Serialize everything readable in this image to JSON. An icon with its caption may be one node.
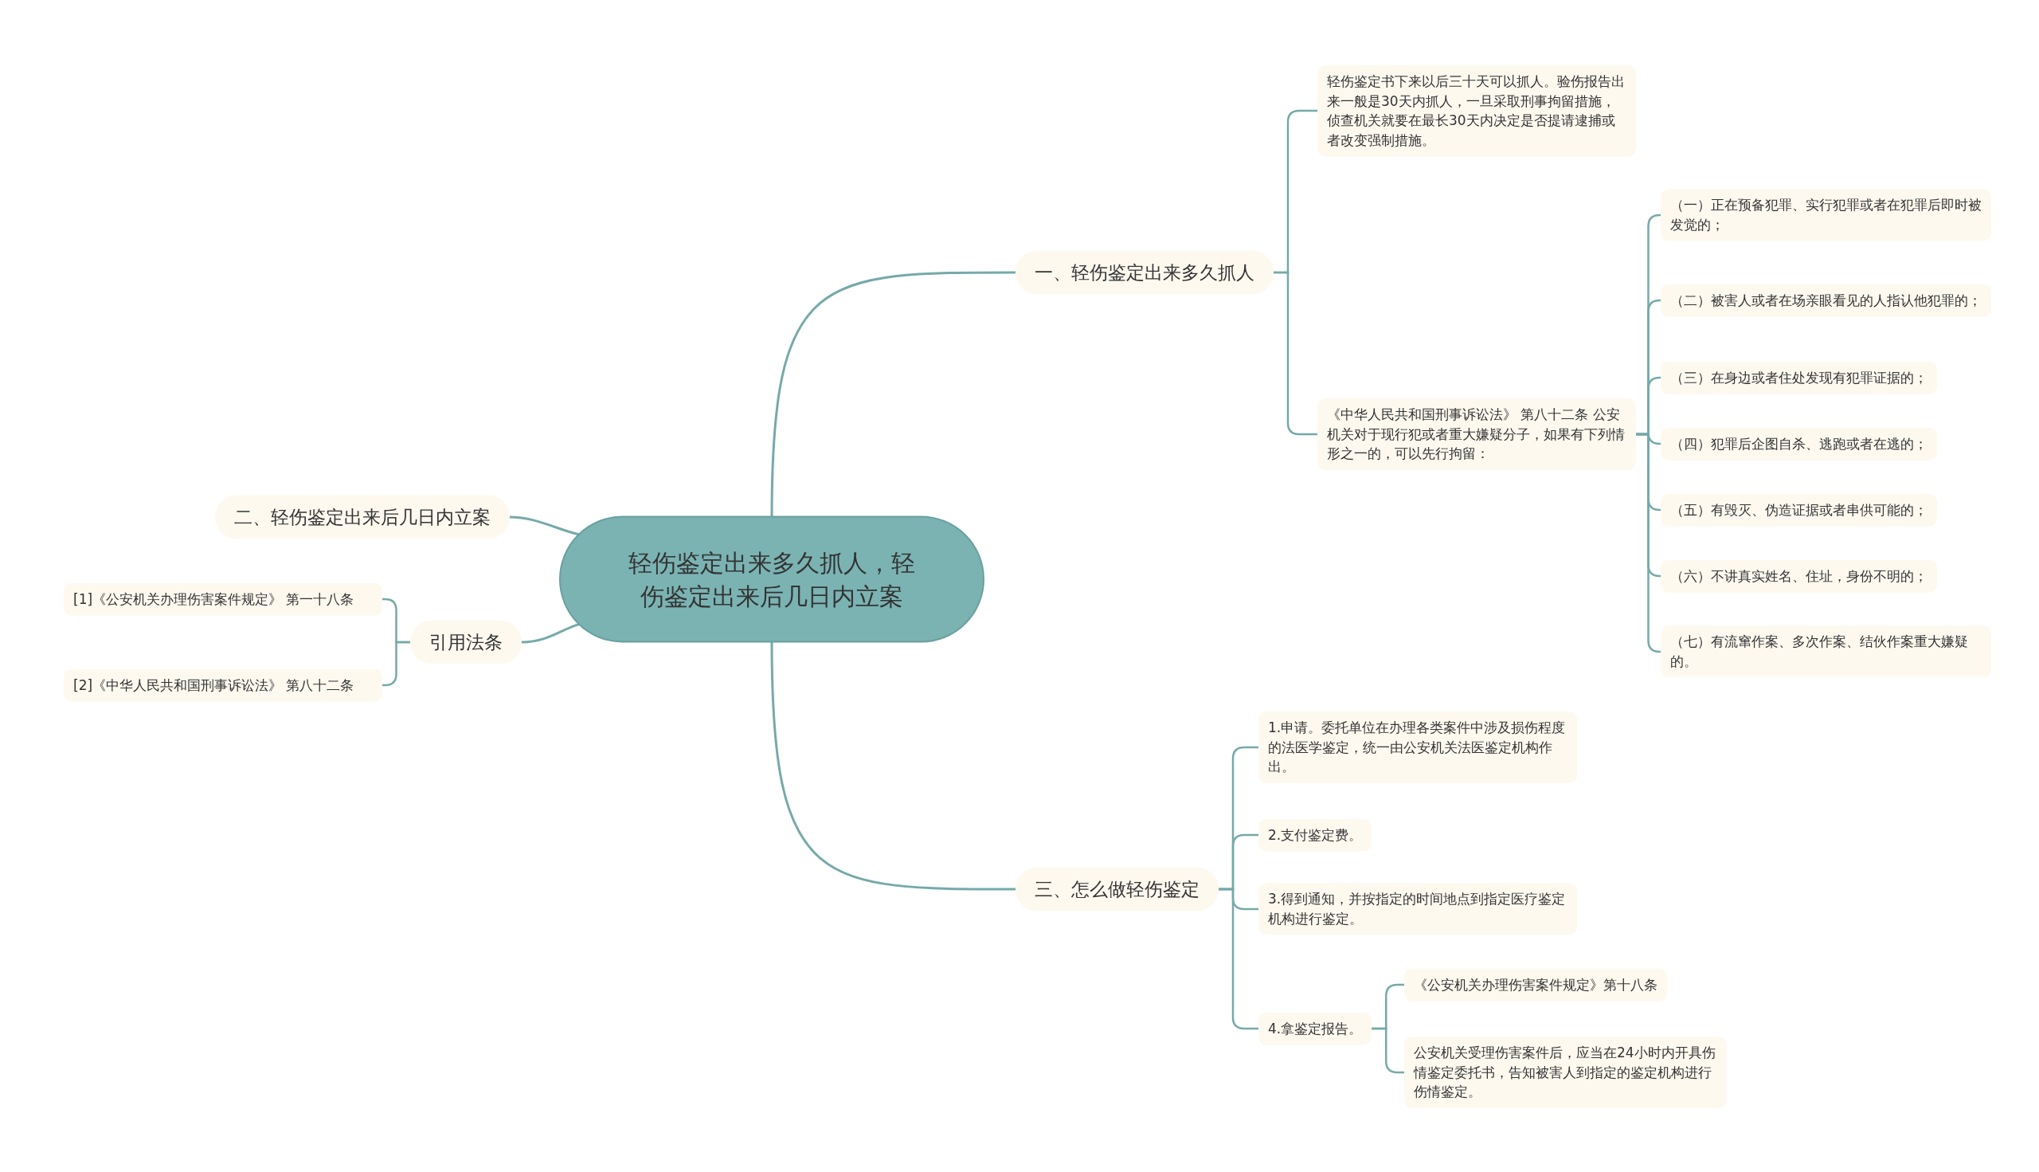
{
  "diagram": {
    "nodes": [
      {
        "text": [
          "轻伤鉴定出来多久抓人，轻伤鉴定出来后几日内立案"
        ]
      },
      {
        "text": [
          "一、轻伤鉴定出来多久抓人"
        ]
      },
      {
        "text": [
          "轻伤鉴定书下来以后三十天可以抓人。验伤报告出来一般是30天内抓人，一旦采取刑事拘留措施，侦查机关就要在最长30天内决定是否提请逮捕或者改变强制措施。"
        ]
      },
      {
        "text": [
          "《中华人民共和国刑事诉讼法》 第八十二条 公安机关对于现行犯或者重大嫌疑分子，如果有下列情形之一的，可以先行拘留："
        ]
      },
      {
        "text": [
          "（一）正在预备犯罪、实行犯罪或者在犯罪后即时被发觉的；"
        ]
      },
      {
        "text": [
          "（二）被害人或者在场亲眼看见的人指认他犯罪的；"
        ]
      },
      {
        "text": [
          "（三）在身边或者住处发现有犯罪证据的；"
        ]
      },
      {
        "text": [
          "（四）犯罪后企图自杀、逃跑或者在逃的；"
        ]
      },
      {
        "text": [
          "（五）有毁灭、伪造证据或者串供可能的；"
        ]
      },
      {
        "text": [
          "（六）不讲真实姓名、住址，身份不明的；"
        ]
      },
      {
        "text": [
          "（七）有流窜作案、多次作案、结伙作案重大嫌疑的。"
        ]
      },
      {
        "text": [
          "二、轻伤鉴定出来后几日内立案"
        ]
      },
      {
        "text": [
          "引用法条"
        ]
      },
      {
        "text": [
          "[1]《公安机关办理伤害案件规定》 第一十八条"
        ]
      },
      {
        "text": [
          "[2]《中华人民共和国刑事诉讼法》 第八十二条"
        ]
      },
      {
        "text": [
          "三、怎么做轻伤鉴定"
        ]
      },
      {
        "text": [
          "1.申请。委托单位在办理各类案件中涉及损伤程度的法医学鉴定，统一由公安机关法医鉴定机构作出。"
        ]
      },
      {
        "text": [
          "2.支付鉴定费。"
        ]
      },
      {
        "text": [
          "3.得到通知，并按指定的时间地点到指定医疗鉴定机构进行鉴定。"
        ]
      },
      {
        "text": [
          "4.拿鉴定报告。"
        ]
      },
      {
        "text": [
          "《公安机关办理伤害案件规定》第十八条"
        ]
      },
      {
        "text": [
          "公安机关受理伤害案件后，应当在24小时内开具伤情鉴定委托书，告知被害人到指定的鉴定机构进行伤情鉴定。"
        ]
      }
    ],
    "edges": [
      {
        "from": 0,
        "to": 1,
        "arrow": "none"
      },
      {
        "from": 1,
        "to": 2,
        "arrow": "none"
      },
      {
        "from": 1,
        "to": 3,
        "arrow": "none"
      },
      {
        "from": 3,
        "to": 4,
        "arrow": "none"
      },
      {
        "from": 3,
        "to": 5,
        "arrow": "none"
      },
      {
        "from": 3,
        "to": 6,
        "arrow": "none"
      },
      {
        "from": 3,
        "to": 7,
        "arrow": "none"
      },
      {
        "from": 3,
        "to": 8,
        "arrow": "none"
      },
      {
        "from": 3,
        "to": 9,
        "arrow": "none"
      },
      {
        "from": 3,
        "to": 10,
        "arrow": "none"
      },
      {
        "from": 0,
        "to": 11,
        "arrow": "none"
      },
      {
        "from": 0,
        "to": 12,
        "arrow": "none"
      },
      {
        "from": 12,
        "to": 13,
        "arrow": "none"
      },
      {
        "from": 12,
        "to": 14,
        "arrow": "none"
      },
      {
        "from": 0,
        "to": 15,
        "arrow": "none"
      },
      {
        "from": 15,
        "to": 16,
        "arrow": "none"
      },
      {
        "from": 15,
        "to": 17,
        "arrow": "none"
      },
      {
        "from": 15,
        "to": 18,
        "arrow": "none"
      },
      {
        "from": 15,
        "to": 19,
        "arrow": "none"
      },
      {
        "from": 19,
        "to": 20,
        "arrow": "none"
      },
      {
        "from": 19,
        "to": 21,
        "arrow": "none"
      }
    ]
  }
}
